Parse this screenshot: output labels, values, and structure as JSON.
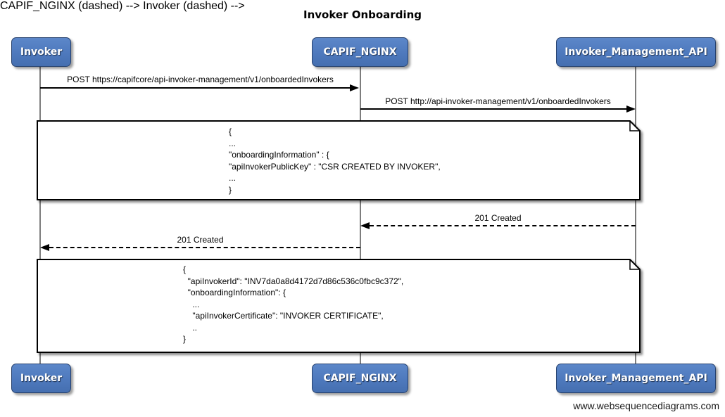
{
  "diagram": {
    "title": "Invoker Onboarding",
    "watermark": "www.websequencediagrams.com",
    "colors": {
      "actor_fill": "#4e79bd",
      "actor_fill_highlight": "#5c87c9",
      "actor_border": "#27426e",
      "actor_text": "#ffffff",
      "lifeline": "#7d7d7d",
      "message_line": "#000000",
      "note_fill": "#ffffff",
      "note_border": "#000000"
    }
  },
  "actors": [
    {
      "id": "invoker",
      "label": "Invoker"
    },
    {
      "id": "capif_nginx",
      "label": "CAPIF_NGINX"
    },
    {
      "id": "invoker_management_api",
      "label": "Invoker_Management_API"
    }
  ],
  "messages": [
    {
      "from": "invoker",
      "to": "capif_nginx",
      "style": "solid",
      "label": "POST https://capifcore/api-invoker-management/v1/onboardedInvokers"
    },
    {
      "from": "capif_nginx",
      "to": "invoker_management_api",
      "style": "solid",
      "label": "POST http://api-invoker-management/v1/onboardedInvokers"
    },
    {
      "from": "invoker_management_api",
      "to": "capif_nginx",
      "style": "dashed",
      "label": "201 Created"
    },
    {
      "from": "capif_nginx",
      "to": "invoker",
      "style": "dashed",
      "label": "201 Created"
    }
  ],
  "notes": [
    {
      "lines": [
        "{",
        "...",
        "\"onboardingInformation\" : {",
        "\"apiInvokerPublicKey\" : \"CSR CREATED BY INVOKER\",",
        "...",
        "}"
      ]
    },
    {
      "lines": [
        "{",
        "  \"apiInvokerId\": \"INV7da0a8d4172d7d86c536c0fbc9c372\",",
        "  \"onboardingInformation\": {",
        "    ...",
        "    \"apiInvokerCertificate\": \"INVOKER CERTIFICATE\",",
        "    ..",
        "}"
      ]
    }
  ]
}
